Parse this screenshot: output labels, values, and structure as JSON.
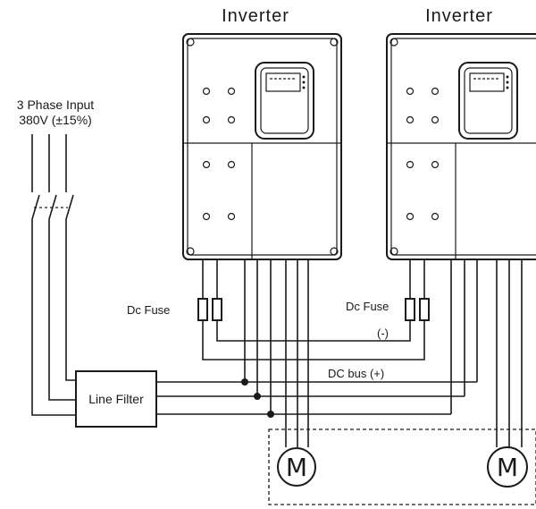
{
  "diagram": {
    "inverter_left_label": "Inverter",
    "inverter_right_label": "Inverter",
    "input_line1": "3 Phase Input",
    "input_line2": "380V (±15%)",
    "fuse_left_label": "Dc Fuse",
    "fuse_right_label": "Dc Fuse",
    "neg_bus_label": "(-)",
    "pos_bus_label": "DC bus (+)",
    "filter_label": "Line Filter",
    "motor_left_label": "M",
    "motor_right_label": "M"
  }
}
